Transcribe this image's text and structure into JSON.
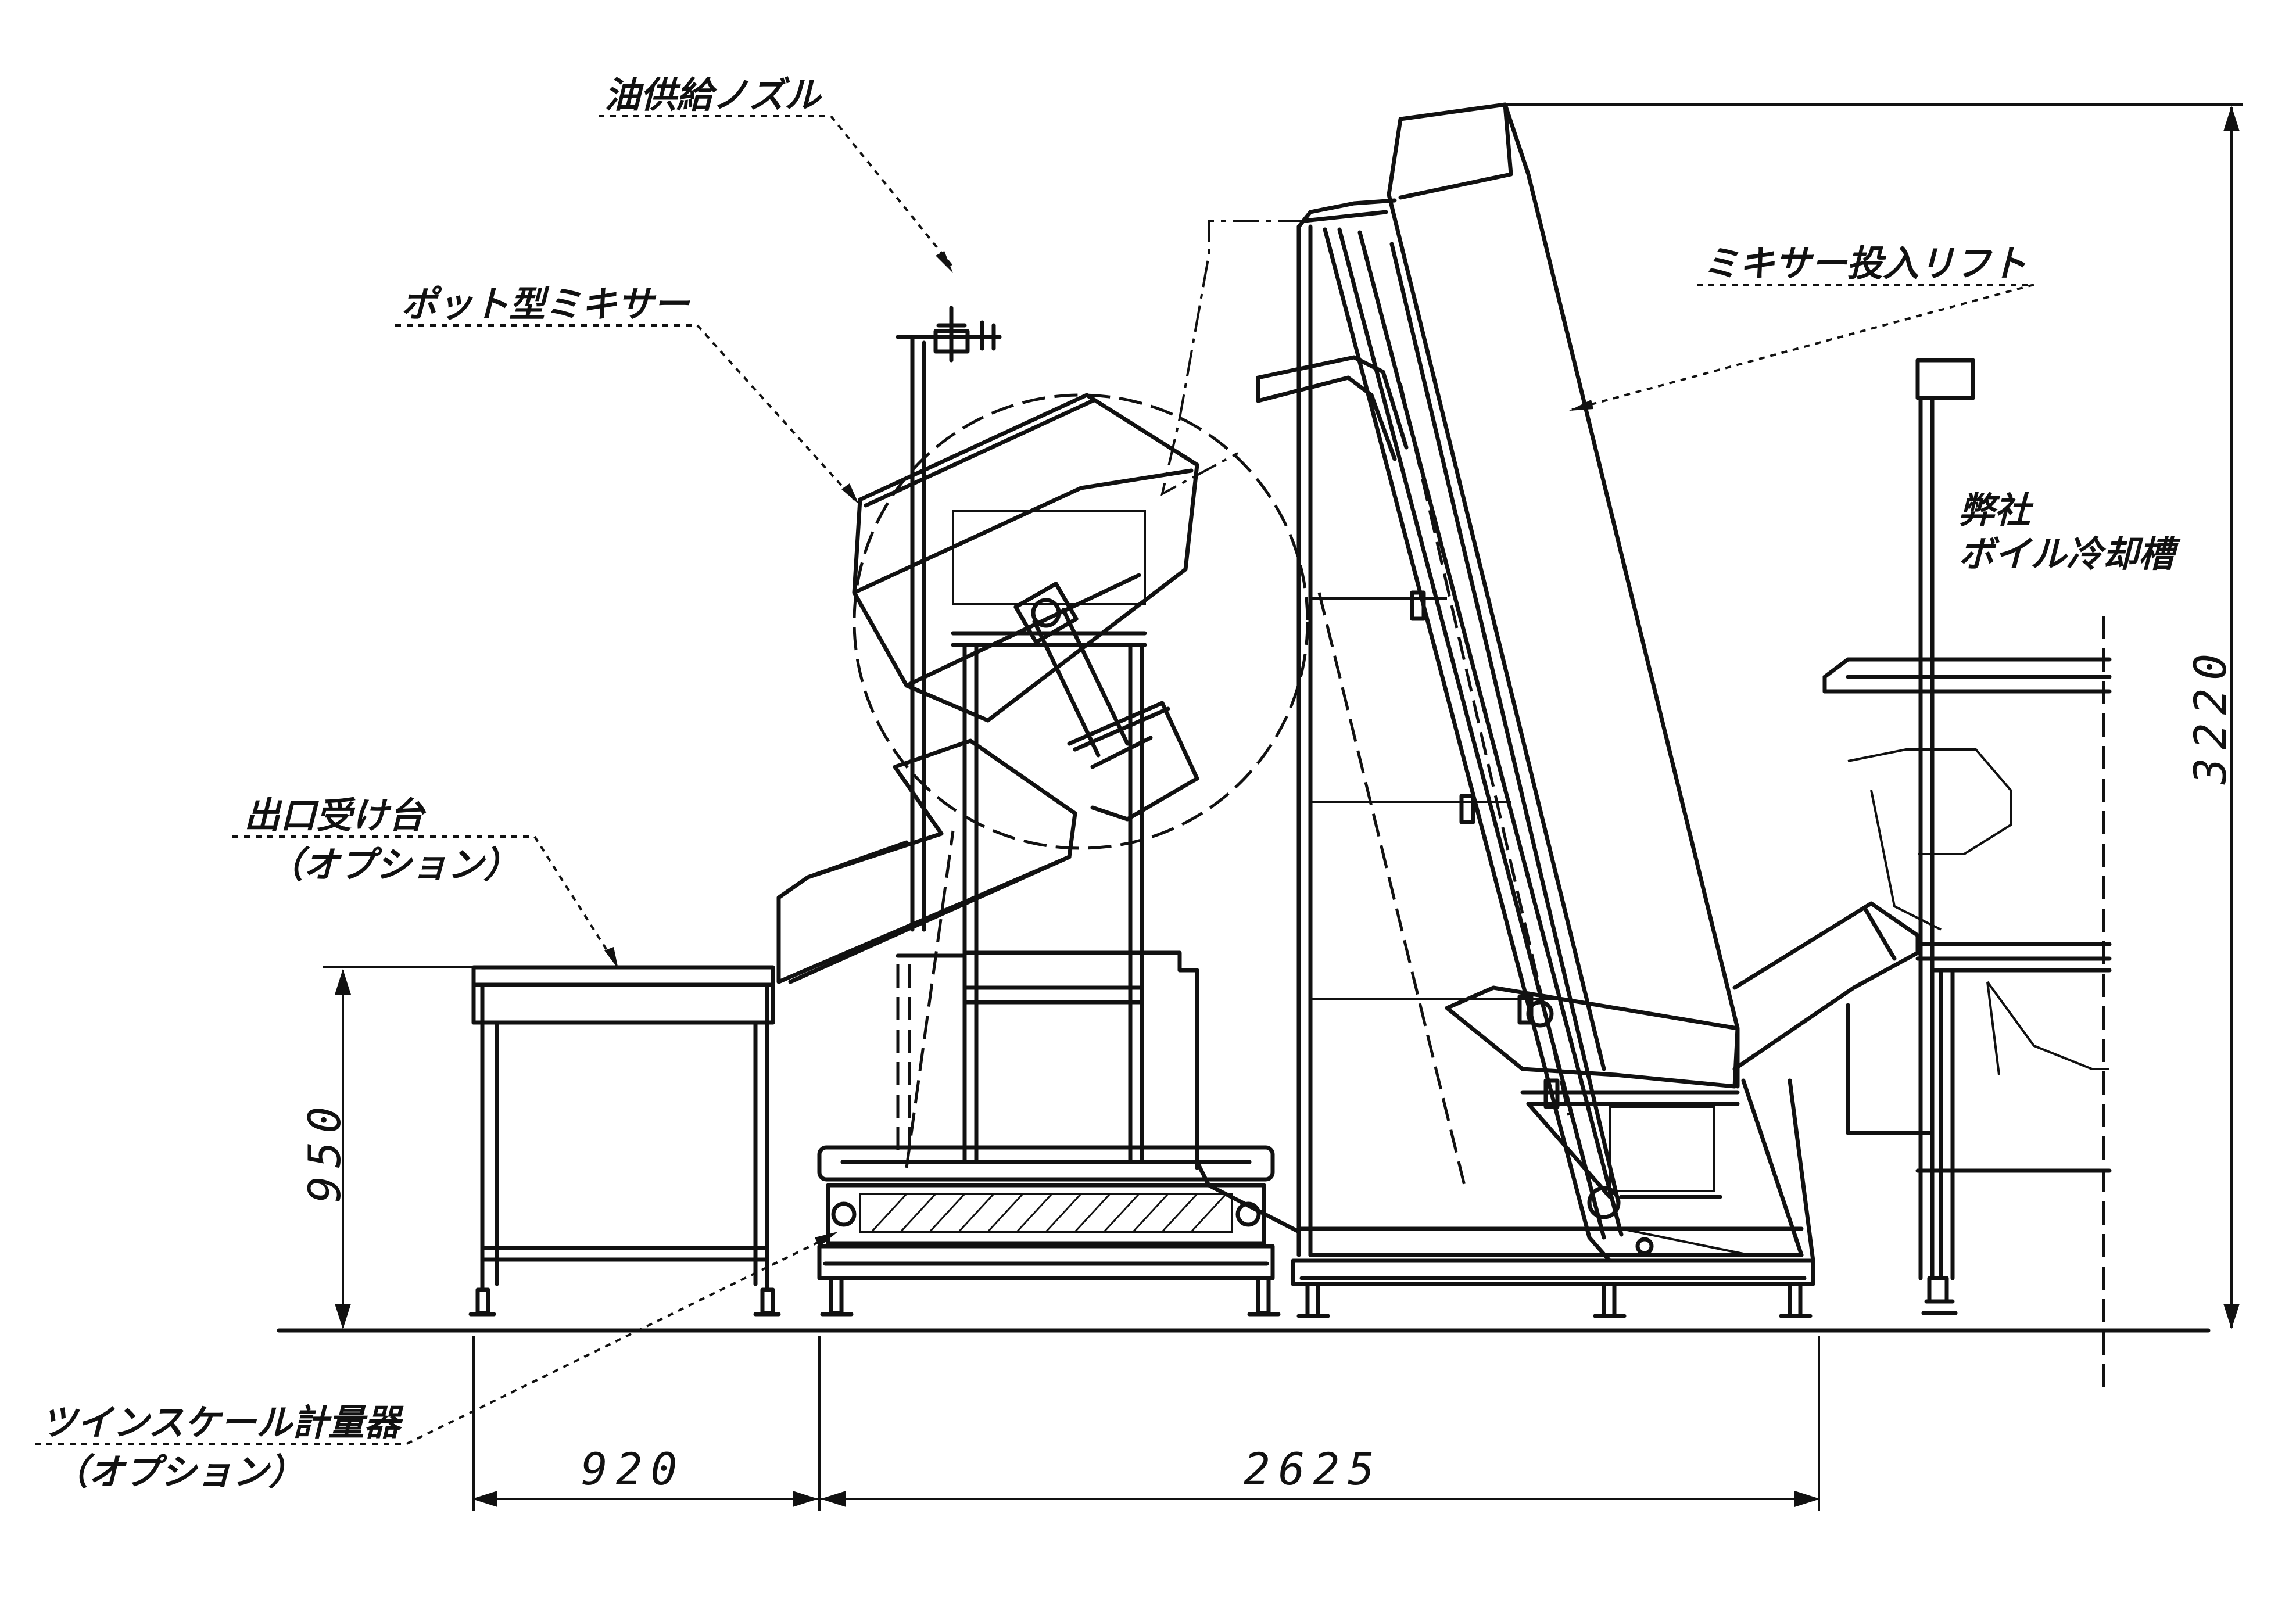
{
  "labels": {
    "oil_nozzle": "油供給ノズル",
    "pot_mixer": "ポット型ミキサー",
    "mixer_lift": "ミキサー投入リフト",
    "company_line1": "弊社",
    "company_line2": "ボイル冷却槽",
    "outlet_table_line1": "出口受け台",
    "outlet_table_line2": "（オプション）",
    "twin_scale_line1": "ツインスケール計量器",
    "twin_scale_line2": "（オプション）"
  },
  "dimensions": {
    "table_height": "950",
    "width_left": "920",
    "width_main": "2625",
    "overall_height": "3220"
  }
}
